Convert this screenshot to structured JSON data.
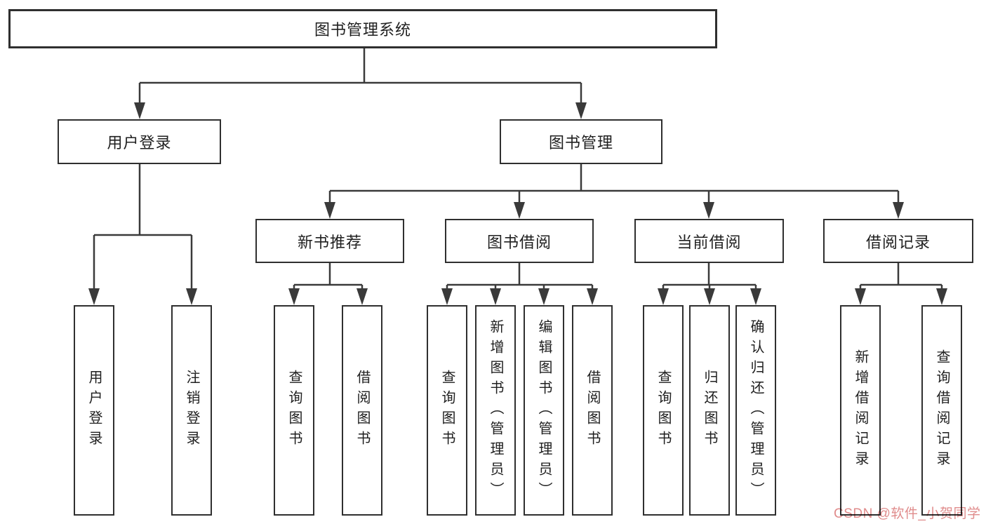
{
  "tree": {
    "root": "图书管理系统",
    "user_login": {
      "label": "用户登录",
      "children": [
        "用户登录",
        "注销登录"
      ]
    },
    "book_mgmt": {
      "label": "图书管理",
      "sections": [
        {
          "label": "新书推荐",
          "children": [
            "查询图书",
            "借阅图书"
          ]
        },
        {
          "label": "图书借阅",
          "children": [
            "查询图书",
            "新增图书（管理员）",
            "编辑图书（管理员）",
            "借阅图书"
          ]
        },
        {
          "label": "当前借阅",
          "children": [
            "查询图书",
            "归还图书",
            "确认归还（管理员）"
          ]
        },
        {
          "label": "借阅记录",
          "children": [
            "新增借阅记录",
            "查询借阅记录"
          ]
        }
      ]
    }
  },
  "watermark": {
    "text": "CSDN @软件_小贺同学"
  },
  "colors": {
    "line": "#3a3a3a",
    "border": "#2f2f2f",
    "text": "#1f1f1f",
    "watermark": "#e08c8c",
    "background": "#ffffff"
  }
}
